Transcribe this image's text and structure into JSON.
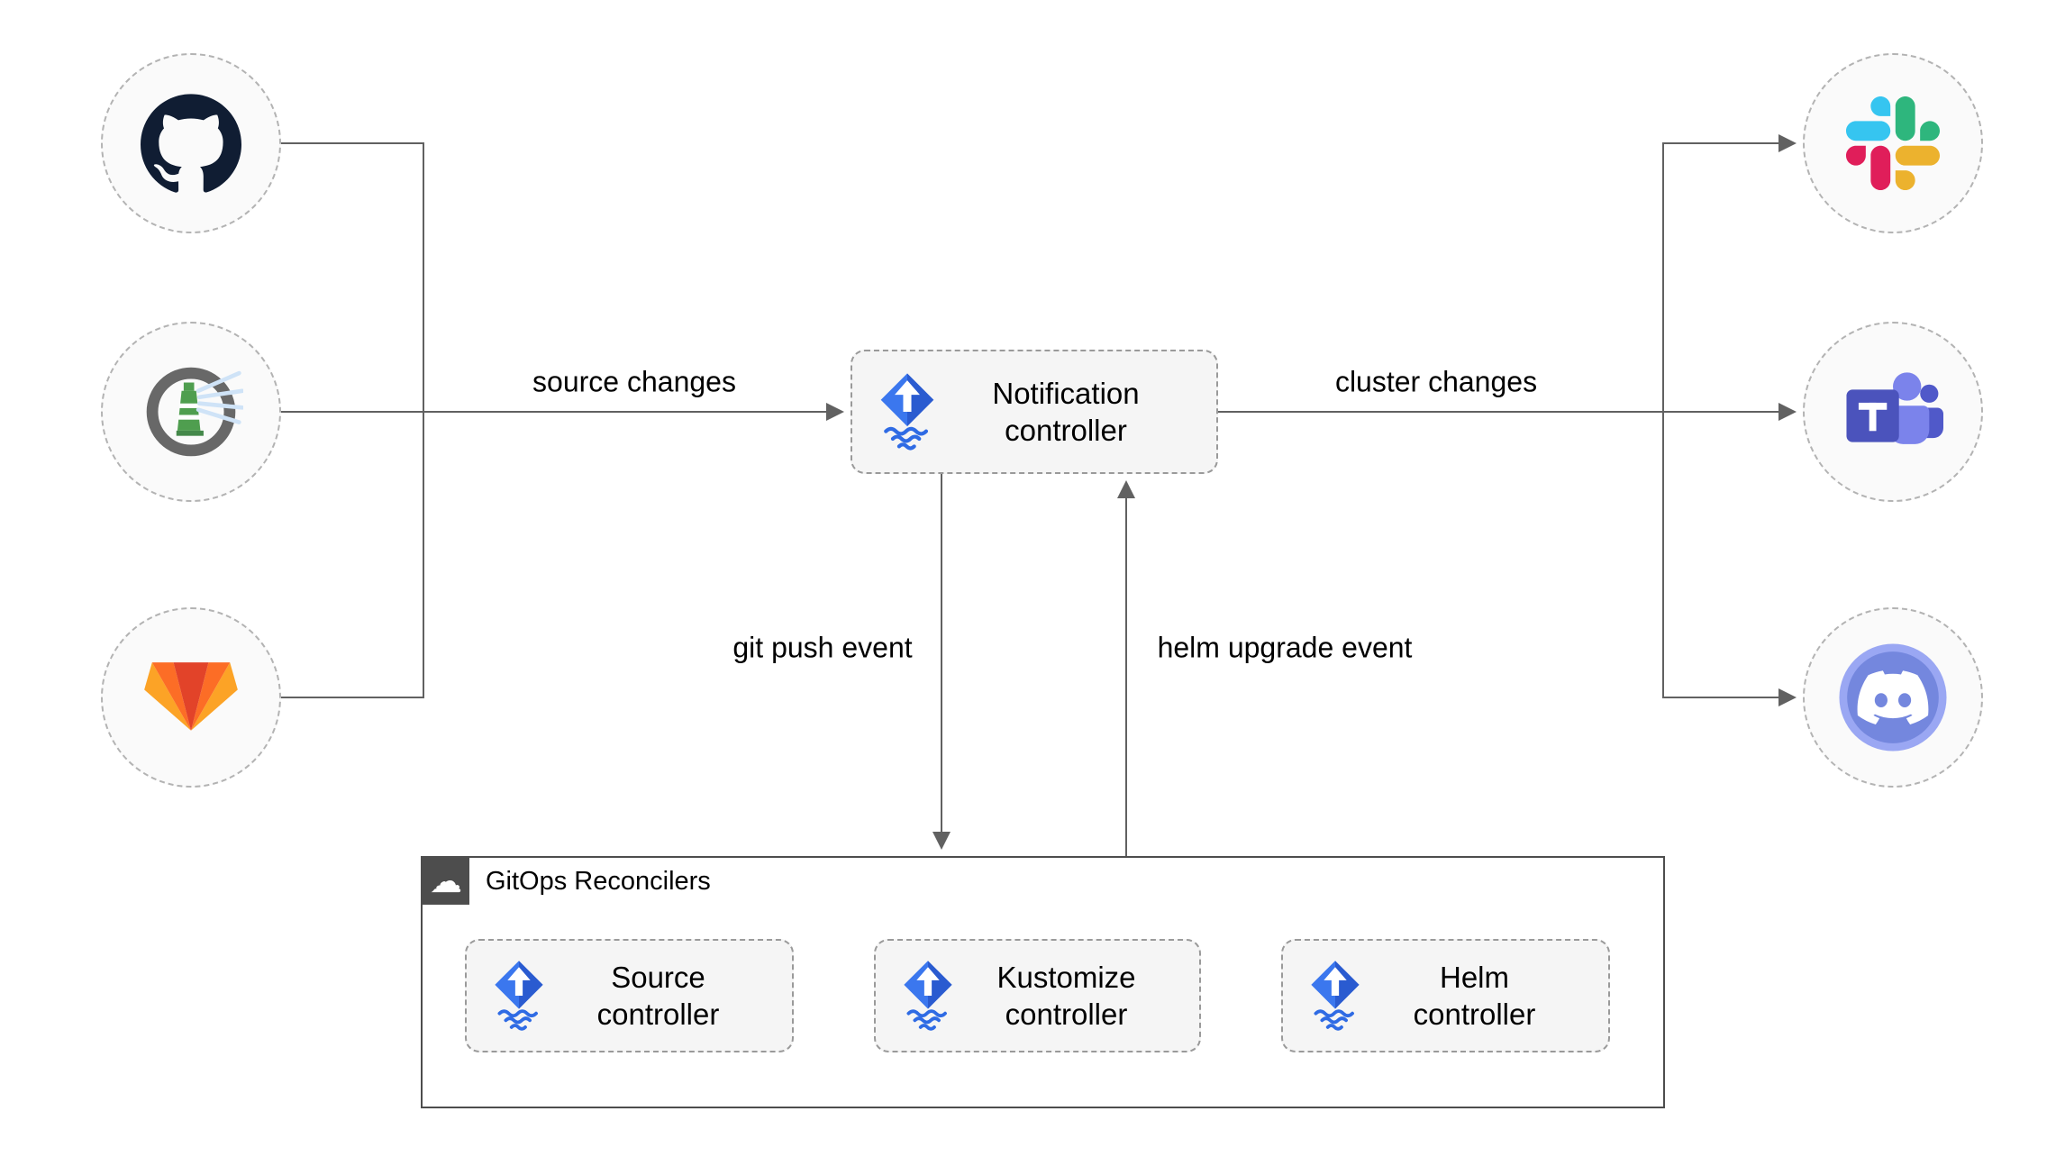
{
  "edge_labels": {
    "source_changes": "source changes",
    "cluster_changes": "cluster changes",
    "git_push_event": "git push event",
    "helm_upgrade_event": "helm upgrade event"
  },
  "nodes": {
    "notification": {
      "line1": "Notification",
      "line2": "controller"
    },
    "source": {
      "line1": "Source",
      "line2": "controller"
    },
    "kustomize": {
      "line1": "Kustomize",
      "line2": "controller"
    },
    "helm": {
      "line1": "Helm",
      "line2": "controller"
    }
  },
  "group": {
    "label": "GitOps Reconcilers",
    "cloud_glyph": "☁"
  },
  "icons": {
    "sources": [
      "github",
      "harbor",
      "gitlab"
    ],
    "targets": [
      "slack",
      "microsoft-teams",
      "discord"
    ],
    "controller_logo": "flux"
  },
  "colors": {
    "flux_blue": "#2f6be4",
    "arrow_gray": "#616161",
    "node_fill": "#f5f5f5",
    "circle_fill": "#fafafa",
    "group_border": "#4d4d4d",
    "slack": [
      "#36C5F0",
      "#2EB67D",
      "#ECB22E",
      "#E01E5A"
    ],
    "gitlab": [
      "#e24329",
      "#fc6d26",
      "#fca326"
    ],
    "teams": [
      "#4B53BC",
      "#7B83EB",
      "#5059C9"
    ],
    "discord": "#7487DE",
    "github": "#101d33",
    "harbor_green": "#4f9e4f"
  }
}
